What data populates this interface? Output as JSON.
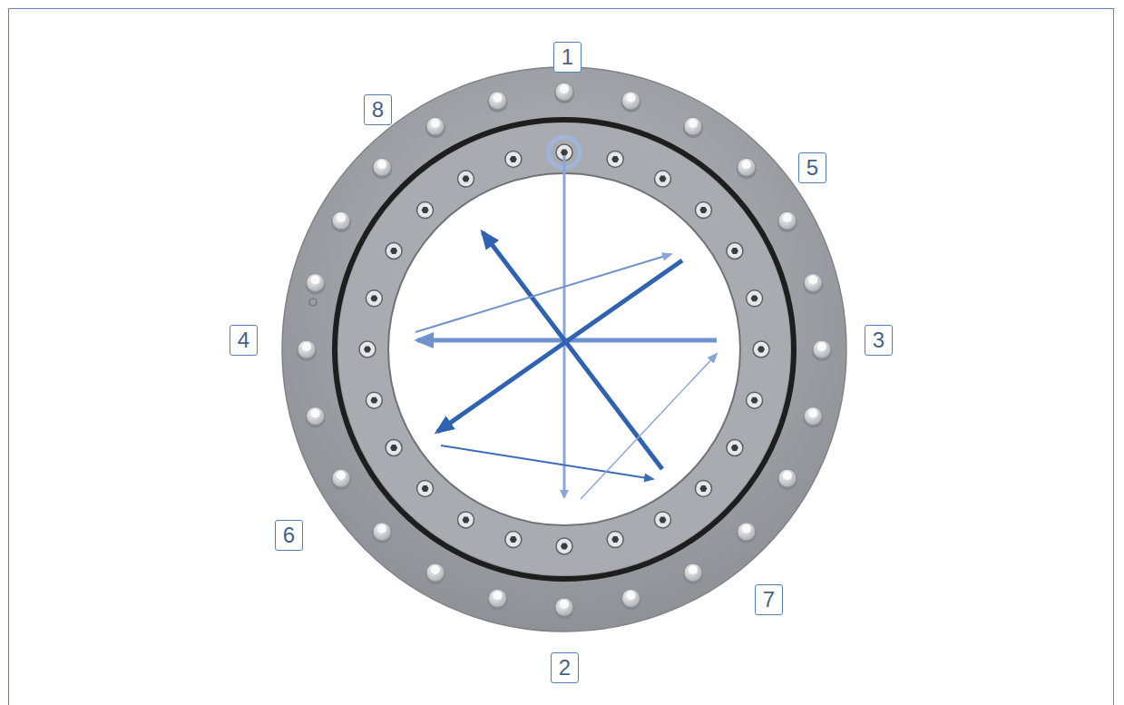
{
  "diagram": {
    "nodes": [
      {
        "text": [
          "1"
        ]
      },
      {
        "text": [
          "8"
        ]
      },
      {
        "text": [
          "5"
        ]
      },
      {
        "text": [
          "4"
        ]
      },
      {
        "text": [
          "3"
        ]
      },
      {
        "text": [
          "6"
        ]
      },
      {
        "text": [
          "7"
        ]
      },
      {
        "text": [
          "2"
        ]
      }
    ]
  }
}
